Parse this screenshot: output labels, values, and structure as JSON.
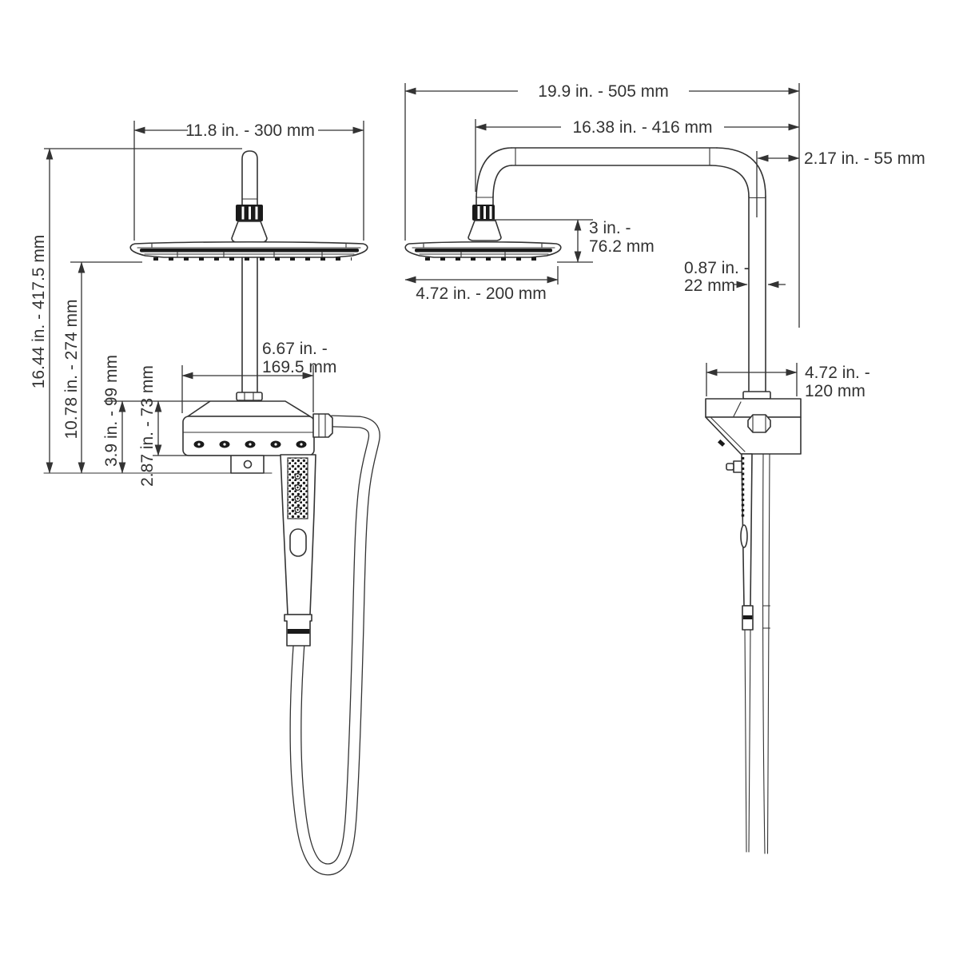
{
  "drawing": {
    "subject": "dual shower head with hand shower, hose and diverter valve - dimensional drawing",
    "views": [
      "front view",
      "side view"
    ],
    "units": "inches and millimeters"
  },
  "front_view": {
    "dim_head_width": "11.8 in. - 300 mm",
    "dim_overall_height": "16.44 in. - 417.5 mm",
    "dim_head_to_base": "10.78 in. - 274 mm",
    "dim_valve_to_base": "3.9 in. - 99 mm",
    "dim_valve_height": "2.87 in. - 73 mm",
    "dim_valve_width": [
      "6.67 in. -",
      "169.5 mm"
    ]
  },
  "side_view": {
    "dim_overall_width": "19.9 in. - 505 mm",
    "dim_arm_reach": "16.38 in. - 416 mm",
    "dim_wall_offset": "2.17 in. - 55 mm",
    "dim_head_drop": [
      "3 in. -",
      "76.2 mm"
    ],
    "dim_pipe_diameter": [
      "0.87 in. -",
      "22 mm"
    ],
    "dim_head_depth": "4.72 in. - 200 mm",
    "dim_valve_depth": [
      "4.72 in. -",
      "120 mm"
    ]
  },
  "colors": {
    "line": "#333333",
    "text": "#333333",
    "dark_fill": "#1a1a1a",
    "background": "#ffffff"
  }
}
